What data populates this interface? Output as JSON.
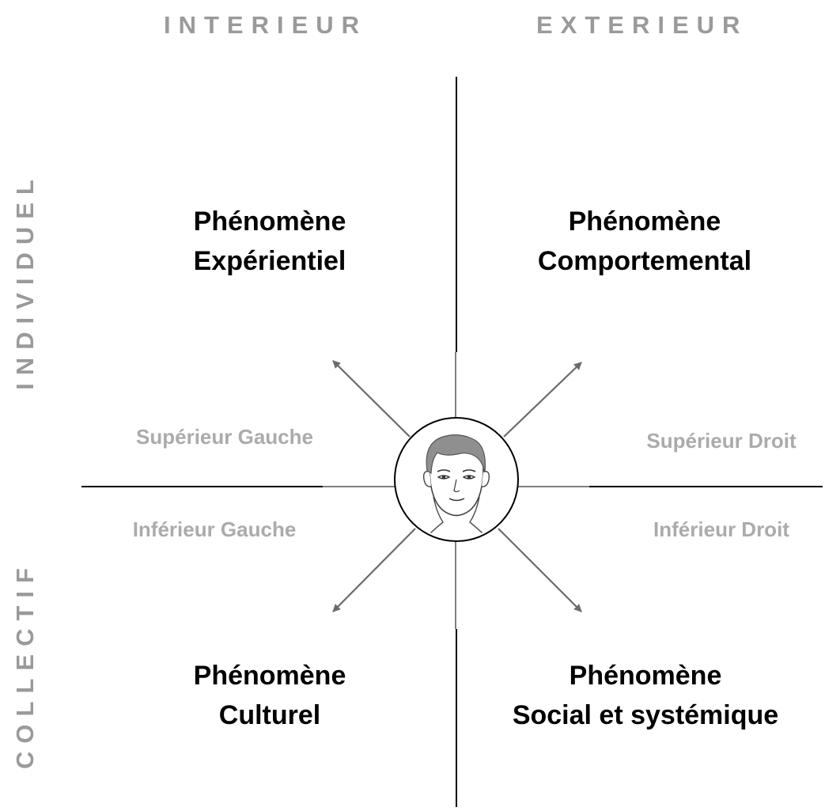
{
  "headers": {
    "interior": "INTERIEUR",
    "exterior": "EXTERIEUR"
  },
  "side_labels": {
    "individual": "INDIVIDUEL",
    "collective": "COLLECTIF"
  },
  "quadrants": {
    "upper_left": {
      "line1": "Phénomène",
      "line2": "Expérientiel",
      "position_label": "Supérieur Gauche"
    },
    "upper_right": {
      "line1": "Phénomène",
      "line2": "Comportemental",
      "position_label": "Supérieur Droit"
    },
    "lower_left": {
      "line1": "Phénomène",
      "line2": "Culturel",
      "position_label": "Inférieur Gauche"
    },
    "lower_right": {
      "line1": "Phénomène",
      "line2": "Social et systémique",
      "position_label": "Inférieur Droit"
    }
  },
  "colors": {
    "axis": "#000000",
    "arrow": "#6b6b6b",
    "label_gray": "#9a9a9a",
    "quadrant_label_gray": "#ababab"
  },
  "icons": {
    "center": "face-icon"
  }
}
